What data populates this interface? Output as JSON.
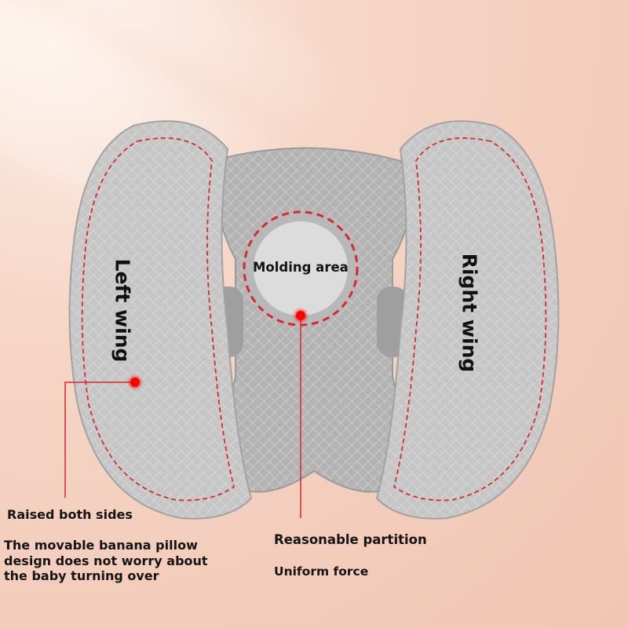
{
  "labels": {
    "left_wing": "Left wing",
    "right_wing": "Right wing",
    "molding_area": "Molding area",
    "raised_both_sides": "Raised both sides",
    "description": "The movable banana pillow design does not worry about the baby turning over",
    "reasonable_partition": "Reasonable partition",
    "uniform_force": "Uniform force"
  },
  "colors": {
    "background": "#f3ccbb",
    "pillow_gray": "#c4c4c4",
    "stitch_red": "#d9292b",
    "marker_red": "#ff0000",
    "text": "#141414"
  }
}
